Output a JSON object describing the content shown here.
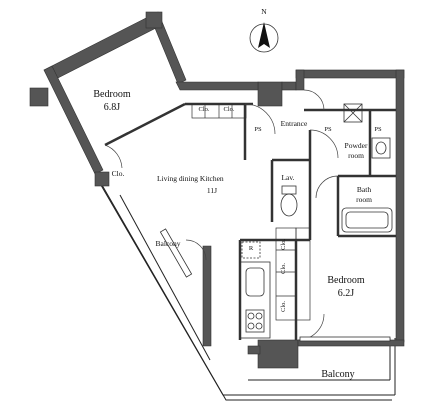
{
  "compass": {
    "label": "N"
  },
  "rooms": {
    "bedroom_west": {
      "name": "Bedroom",
      "size": "6.8J"
    },
    "ldk": {
      "name": "Living dining Kitchen",
      "size": "11J"
    },
    "bedroom_east": {
      "name": "Bedroom",
      "size": "6.2J"
    },
    "bath": {
      "name": "Bath",
      "name2": "room"
    },
    "powder": {
      "name": "Powder",
      "name2": "room"
    },
    "entrance": {
      "name": "Entrance"
    },
    "lav": {
      "name": "Lav."
    },
    "balcony_west": {
      "name": "Balcony"
    },
    "balcony_south": {
      "name": "Balcony"
    }
  },
  "closets": {
    "clo_1": "Clo.",
    "clo_2": "Clo.",
    "clo_west": "Clo.",
    "clo_v1": "Clo.",
    "clo_v2": "Clo.",
    "clo_v3": "Clo."
  },
  "markers": {
    "ps_1": "PS",
    "ps_2": "PS",
    "ps_3": "PS",
    "fridge": "R"
  }
}
